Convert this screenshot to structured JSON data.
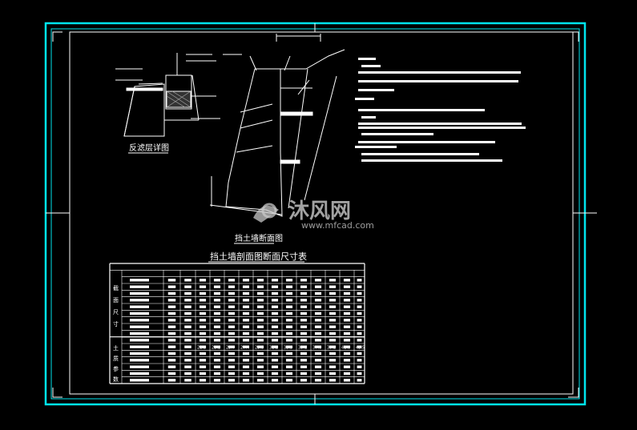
{
  "drawing": {
    "background": "#000000",
    "frame_color": "#00e5ee",
    "line_color": "#ffffff"
  },
  "details": {
    "filter_detail_caption": "反滤层详图",
    "wall_section_caption": "挡土墙断面图",
    "table_title": "挡土墙剖面图断面尺寸表"
  },
  "table": {
    "group_labels": [
      "截",
      "面",
      "尺",
      "寸",
      "土",
      "质",
      "参",
      "数"
    ],
    "sample_values": [
      "21.3",
      "23.2",
      "25.7",
      "27.4",
      "29.8",
      "31.2",
      "33.5",
      "35.1",
      "37.6",
      "39.2",
      "41.8",
      "43.5"
    ]
  },
  "watermark": {
    "brand_cn": "沐风网",
    "brand_url": "www.mfcad.com",
    "logo_icon": "mfcad-logo-icon"
  }
}
